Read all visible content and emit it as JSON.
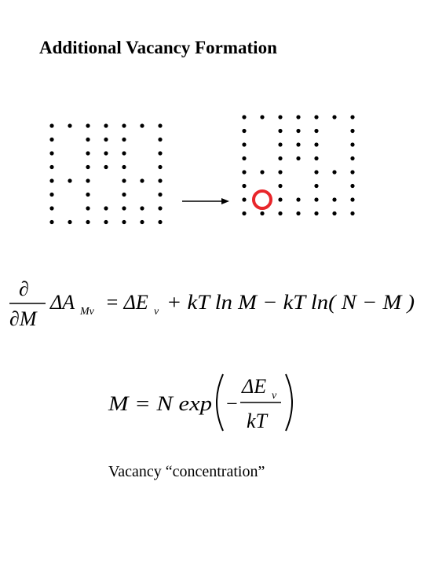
{
  "slide": {
    "title": "Additional Vacancy Formation",
    "caption": "Vacancy “concentration”"
  },
  "lattice": {
    "left_grid": {
      "rows": 8,
      "cols": 7,
      "missing": [
        [
          1,
          1
        ],
        [
          2,
          1
        ],
        [
          3,
          1
        ],
        [
          5,
          1
        ],
        [
          6,
          1
        ],
        [
          4,
          3
        ],
        [
          5,
          3
        ],
        [
          1,
          5
        ],
        [
          2,
          5
        ],
        [
          3,
          5
        ],
        [
          5,
          5
        ]
      ]
    },
    "right_grid": {
      "rows": 8,
      "cols": 7,
      "missing": [
        [
          1,
          1
        ],
        [
          2,
          1
        ],
        [
          3,
          1
        ],
        [
          5,
          1
        ],
        [
          6,
          1
        ],
        [
          4,
          3
        ],
        [
          5,
          3
        ],
        [
          1,
          5
        ],
        [
          2,
          5
        ],
        [
          3,
          5
        ],
        [
          5,
          5
        ]
      ],
      "vacancy": [
        6,
        1
      ]
    },
    "marker_color": "#e8262b",
    "arrow": "right-arrow"
  },
  "equations": {
    "eq1": {
      "partial": "∂",
      "partial_m": "∂M",
      "delta_a": "ΔA",
      "sub_mv": "Mv",
      "rhs_1": "= ΔE",
      "sub_v": "v",
      "rhs_2": "+ kT ln M − kT ln( N − M )"
    },
    "eq2": {
      "lhs": "M = N exp",
      "minus": "−",
      "num": "ΔE",
      "num_sub": "v",
      "den": "kT"
    }
  }
}
